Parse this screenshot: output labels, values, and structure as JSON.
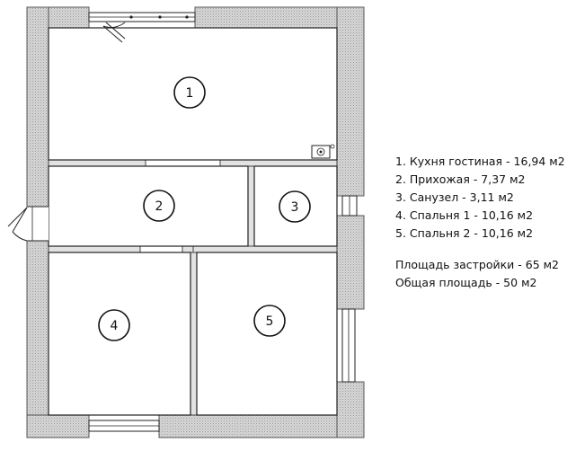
{
  "colors": {
    "wall_fill": "#d9d9d9",
    "wall_stroke": "#555555",
    "line": "#222222",
    "background": "#ffffff"
  },
  "rooms": [
    {
      "number": "1"
    },
    {
      "number": "2"
    },
    {
      "number": "3"
    },
    {
      "number": "4"
    },
    {
      "number": "5"
    }
  ],
  "legend": {
    "rooms": [
      "1. Кухня гостиная - 16,94 м2",
      "2. Прихожая - 7,37 м2",
      "3. Санузел - 3,11 м2",
      "4. Спальня 1 - 10,16 м2",
      "5. Спальня 2 - 10,16 м2"
    ],
    "totals": [
      "Площадь застройки - 65 м2",
      "Общая площадь - 50 м2"
    ]
  },
  "icons": {
    "stove": "stove-icon",
    "door_swing": "door-swing-icon",
    "window": "window-icon"
  }
}
